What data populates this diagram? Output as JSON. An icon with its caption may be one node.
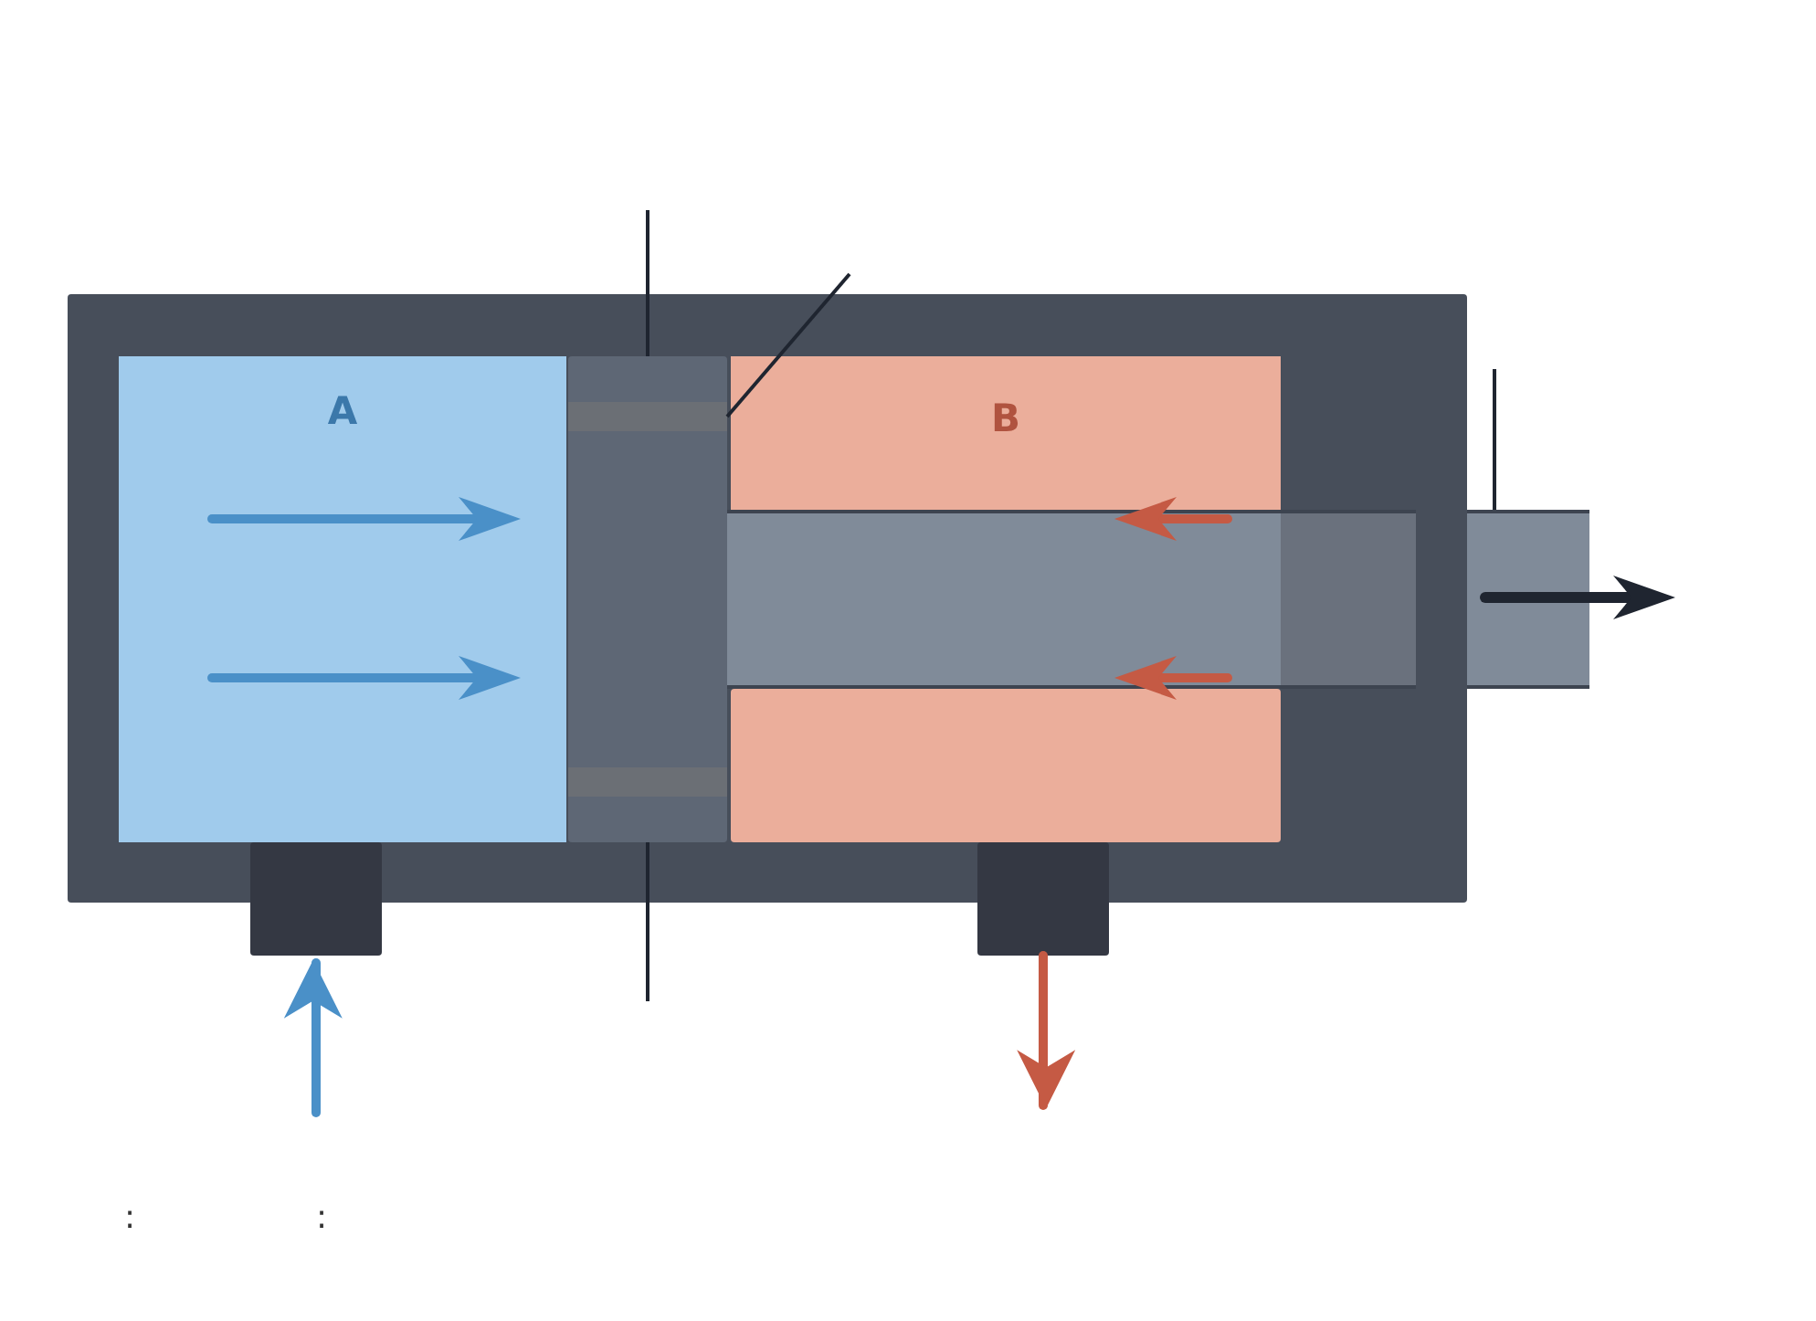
{
  "diagram": {
    "nodes": [
      {
        "text": [],
        "shape": "box"
      },
      {
        "text": [
          "A"
        ],
        "in": 0
      },
      {
        "text": [],
        "shape": "box",
        "in": 0
      },
      {
        "text": [
          "B"
        ],
        "in": 0
      },
      {
        "text": [],
        "shape": "box",
        "in": 0
      },
      {
        "text": [],
        "shape": "bar",
        "in": 2
      },
      {
        "text": [],
        "shape": "bar",
        "in": 2
      },
      {
        "text": [],
        "shape": "bar",
        "in": 0
      },
      {
        "text": [],
        "shape": "bar"
      },
      {
        "text": [],
        "shape": "box"
      },
      {
        "text": [],
        "shape": "box"
      }
    ],
    "edges": [
      {
        "from": null,
        "to": 2,
        "arrow": "none"
      },
      {
        "from": null,
        "to": 5,
        "arrow": "none"
      },
      {
        "from": null,
        "to": 8,
        "arrow": "none"
      },
      {
        "from": null,
        "to": 2,
        "arrow": "none"
      },
      {
        "from": null,
        "to": 9,
        "arrow": "to",
        "style": "thick",
        "color": "#4a90c8"
      },
      {
        "from": 10,
        "to": null,
        "arrow": "to",
        "style": "thick",
        "color": "#c55a44"
      }
    ],
    "labels": [
      ":",
      ":"
    ]
  }
}
